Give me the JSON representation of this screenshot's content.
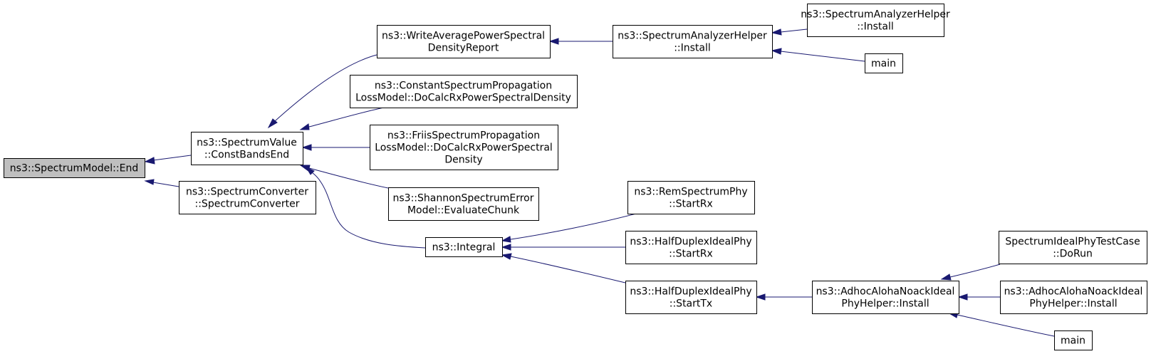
{
  "graph": {
    "nodes": [
      {
        "id": "n_end",
        "lines": [
          "ns3::SpectrumModel::End"
        ]
      },
      {
        "id": "n_constbands",
        "lines": [
          "ns3::SpectrumValue",
          "::ConstBandsEnd"
        ]
      },
      {
        "id": "n_converter",
        "lines": [
          "ns3::SpectrumConverter",
          "::SpectrumConverter"
        ]
      },
      {
        "id": "n_writeavg",
        "lines": [
          "ns3::WriteAveragePowerSpectral",
          "DensityReport"
        ]
      },
      {
        "id": "n_constprop",
        "lines": [
          "ns3::ConstantSpectrumPropagation",
          "LossModel::DoCalcRxPowerSpectralDensity"
        ]
      },
      {
        "id": "n_friis",
        "lines": [
          "ns3::FriisSpectrumPropagation",
          "LossModel::DoCalcRxPowerSpectral",
          "Density"
        ]
      },
      {
        "id": "n_shannon",
        "lines": [
          "ns3::ShannonSpectrumError",
          "Model::EvaluateChunk"
        ]
      },
      {
        "id": "n_integral",
        "lines": [
          "ns3::Integral"
        ]
      },
      {
        "id": "n_analyzer",
        "lines": [
          "ns3::SpectrumAnalyzerHelper",
          "::Install"
        ]
      },
      {
        "id": "n_analyzer_install",
        "lines": [
          "ns3::SpectrumAnalyzerHelper",
          "::Install"
        ]
      },
      {
        "id": "n_main1",
        "lines": [
          "main"
        ]
      },
      {
        "id": "n_remrx",
        "lines": [
          "ns3::RemSpectrumPhy",
          "::StartRx"
        ]
      },
      {
        "id": "n_hdrx",
        "lines": [
          "ns3::HalfDuplexIdealPhy",
          "::StartRx"
        ]
      },
      {
        "id": "n_hdtx",
        "lines": [
          "ns3::HalfDuplexIdealPhy",
          "::StartTx"
        ]
      },
      {
        "id": "n_adhoc",
        "lines": [
          "ns3::AdhocAlohaNoackIdeal",
          "PhyHelper::Install"
        ]
      },
      {
        "id": "n_testcase",
        "lines": [
          "SpectrumIdealPhyTestCase",
          "::DoRun"
        ]
      },
      {
        "id": "n_adhoc2",
        "lines": [
          "ns3::AdhocAlohaNoackIdeal",
          "PhyHelper::Install"
        ]
      },
      {
        "id": "n_main2",
        "lines": [
          "main"
        ]
      }
    ],
    "edges": [
      {
        "from": "n_constbands",
        "to": "n_end"
      },
      {
        "from": "n_converter",
        "to": "n_end"
      },
      {
        "from": "n_writeavg",
        "to": "n_constbands"
      },
      {
        "from": "n_constprop",
        "to": "n_constbands"
      },
      {
        "from": "n_friis",
        "to": "n_constbands"
      },
      {
        "from": "n_shannon",
        "to": "n_constbands"
      },
      {
        "from": "n_integral",
        "to": "n_constbands"
      },
      {
        "from": "n_analyzer",
        "to": "n_writeavg"
      },
      {
        "from": "n_analyzer_install",
        "to": "n_analyzer"
      },
      {
        "from": "n_main1",
        "to": "n_analyzer"
      },
      {
        "from": "n_remrx",
        "to": "n_integral"
      },
      {
        "from": "n_hdrx",
        "to": "n_integral"
      },
      {
        "from": "n_hdtx",
        "to": "n_integral"
      },
      {
        "from": "n_adhoc",
        "to": "n_hdtx"
      },
      {
        "from": "n_testcase",
        "to": "n_adhoc"
      },
      {
        "from": "n_adhoc2",
        "to": "n_adhoc"
      },
      {
        "from": "n_main2",
        "to": "n_adhoc"
      }
    ]
  }
}
